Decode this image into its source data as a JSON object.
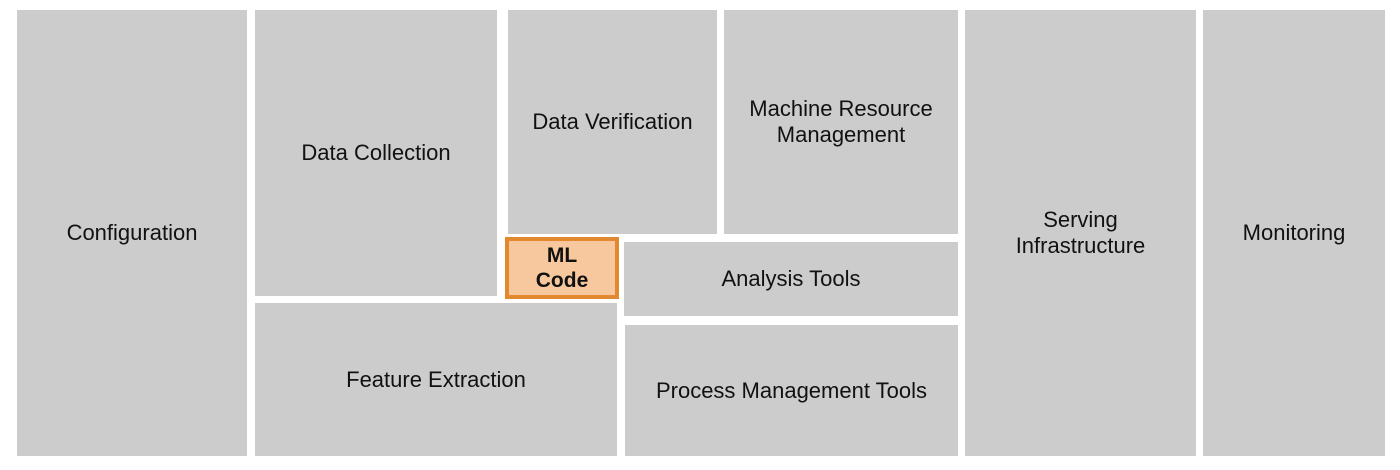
{
  "diagram": {
    "colors": {
      "block_fill": "#cccccc",
      "highlight_fill": "#f7c89d",
      "highlight_border": "#e2892f",
      "background": "#ffffff"
    },
    "blocks": {
      "configuration": "Configuration",
      "data_collection": "Data Collection",
      "data_verification": "Data Verification",
      "machine_resource_management": "Machine Resource\nManagement",
      "ml_code": "ML\nCode",
      "analysis_tools": "Analysis Tools",
      "feature_extraction": "Feature Extraction",
      "process_management_tools": "Process Management Tools",
      "serving_infrastructure": "Serving\nInfrastructure",
      "monitoring": "Monitoring"
    }
  }
}
